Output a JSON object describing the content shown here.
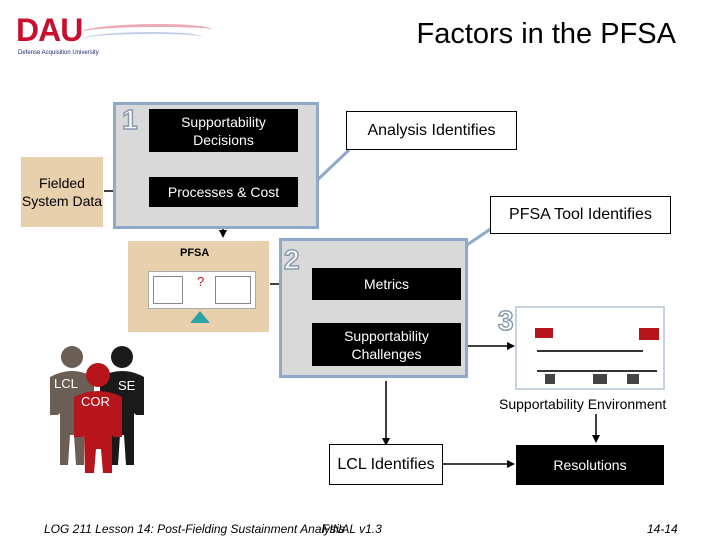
{
  "header": {
    "logo_text": "DAU",
    "logo_subtitle": "Defense Acquisition University",
    "title": "Factors in the PFSA"
  },
  "diagram": {
    "step_1": "1",
    "step_2": "2",
    "step_3": "3",
    "supportability_decisions": "Supportability Decisions",
    "processes_cost": "Processes & Cost",
    "fielded_system_data": "Fielded System Data",
    "analysis_identifies": "Analysis Identifies",
    "pfsa_tool_identifies": "PFSA Tool Identifies",
    "pfsa_label": "PFSA",
    "pfsa_question": "?",
    "metrics": "Metrics",
    "supportability_challenges": "Supportability Challenges",
    "supportability_environment": "Supportability Environment",
    "lcl_identifies": "LCL Identifies",
    "resolutions": "Resolutions",
    "people": {
      "lcl": "LCL",
      "se": "SE",
      "cor": "COR"
    }
  },
  "footer": {
    "course": "LOG 211 Lesson 14: Post-Fielding Sustainment Analysis",
    "version": "FINAL v1.3",
    "page": "14-14"
  }
}
